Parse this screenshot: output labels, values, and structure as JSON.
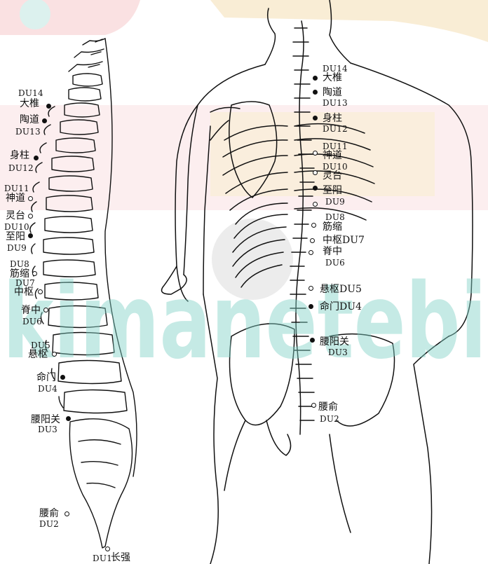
{
  "watermark": {
    "text": "kimanetebi"
  },
  "colors": {
    "watermark_teal": "#7fd0c6",
    "watermark_pink": "#f2b3b8",
    "band_pink": "#f6c9cb",
    "band_tan": "#f5deb3",
    "line": "#111111"
  },
  "left_figure": {
    "labels": {
      "du14": "DU14",
      "da_zhui": "大椎",
      "tao_dao": "陶道",
      "du13": "DU13",
      "shen_zhu": "身柱",
      "du12": "DU12",
      "du11": "DU11",
      "shen_dao": "神道",
      "ling_tai": "灵台",
      "du10": "DU10",
      "zhi_yang": "至阳",
      "du9": "DU9",
      "du8": "DU8",
      "jin_suo": "筋缩",
      "du7": "DU7",
      "zhong_shu": "中枢",
      "ji_zhong": "脊中",
      "du6": "DU6",
      "du5": "DU5",
      "xuan_shu": "悬枢",
      "ming_men": "命门",
      "du4": "DU4",
      "yao_yang_guan": "腰阳关",
      "du3": "DU3",
      "yao_shu": "腰俞",
      "du2": "DU2",
      "du1": "DU1",
      "chang_qiang": "长强"
    }
  },
  "right_figure": {
    "labels": {
      "du14": "DU14",
      "da_zhui": "大椎",
      "tao_dao": "陶道",
      "du13": "DU13",
      "shen_zhu": "身柱",
      "du12": "DU12",
      "du11": "DU11",
      "shen_dao": "神道",
      "du10": "DU10",
      "ling_tai": "灵台",
      "zhi_yang": "至阳",
      "du9": "DU9",
      "du8": "DU8",
      "jin_suo": "筋缩",
      "zhong_shu_du7": "中枢DU7",
      "ji_zhong": "脊中",
      "du6": "DU6",
      "xuan_shu_du5": "悬枢DU5",
      "ming_men_du4": "命门DU4",
      "yao_yang_guan": "腰阳关",
      "du3": "DU3",
      "yao_shu": "腰俞",
      "du2": "DU2"
    }
  }
}
